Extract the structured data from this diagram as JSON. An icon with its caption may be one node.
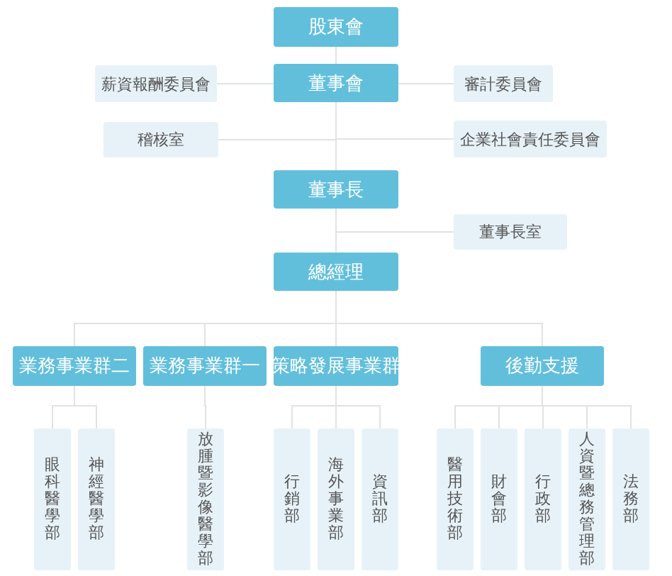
{
  "diagram": {
    "nodes": [
      {
        "text": [
          "股東會"
        ]
      },
      {
        "text": [
          "董事會"
        ]
      },
      {
        "text": [
          "薪資報酬委員會"
        ]
      },
      {
        "text": [
          "審計委員會"
        ]
      },
      {
        "text": [
          "稽核室"
        ]
      },
      {
        "text": [
          "企業社會責任委員會"
        ]
      },
      {
        "text": [
          "董事長"
        ]
      },
      {
        "text": [
          "董事長室"
        ]
      },
      {
        "text": [
          "總經理"
        ]
      },
      {
        "text": [
          "業務事業群二"
        ]
      },
      {
        "text": [
          "業務事業群一"
        ]
      },
      {
        "text": [
          "策略發展事業群"
        ]
      },
      {
        "text": [
          "後勤支援"
        ]
      },
      {
        "text": [
          "眼科醫學部"
        ]
      },
      {
        "text": [
          "神經醫學部"
        ]
      },
      {
        "text": [
          "放腫暨影像醫學部"
        ]
      },
      {
        "text": [
          "行銷部"
        ]
      },
      {
        "text": [
          "海外事業部"
        ]
      },
      {
        "text": [
          "資訊部"
        ]
      },
      {
        "text": [
          "醫用技術部"
        ]
      },
      {
        "text": [
          "財會部"
        ]
      },
      {
        "text": [
          "行政部"
        ]
      },
      {
        "text": [
          "人資暨總務管理部"
        ]
      },
      {
        "text": [
          "法務部"
        ]
      }
    ],
    "edges": [
      {
        "from": 0,
        "to": 1,
        "arrow": "none"
      },
      {
        "from": 1,
        "to": 2,
        "arrow": "none"
      },
      {
        "from": 1,
        "to": 3,
        "arrow": "none"
      },
      {
        "from": 1,
        "to": 4,
        "arrow": "none"
      },
      {
        "from": 1,
        "to": 5,
        "arrow": "none"
      },
      {
        "from": 1,
        "to": 6,
        "arrow": "none"
      },
      {
        "from": 6,
        "to": 7,
        "arrow": "none"
      },
      {
        "from": 6,
        "to": 8,
        "arrow": "none"
      },
      {
        "from": 8,
        "to": 9,
        "arrow": "none"
      },
      {
        "from": 8,
        "to": 10,
        "arrow": "none"
      },
      {
        "from": 8,
        "to": 11,
        "arrow": "none"
      },
      {
        "from": 8,
        "to": 12,
        "arrow": "none"
      },
      {
        "from": 9,
        "to": 13,
        "arrow": "none"
      },
      {
        "from": 9,
        "to": 14,
        "arrow": "none"
      },
      {
        "from": 10,
        "to": 15,
        "arrow": "none"
      },
      {
        "from": 11,
        "to": 16,
        "arrow": "none"
      },
      {
        "from": 11,
        "to": 17,
        "arrow": "none"
      },
      {
        "from": 11,
        "to": 18,
        "arrow": "none"
      },
      {
        "from": 12,
        "to": 19,
        "arrow": "none"
      },
      {
        "from": 12,
        "to": 20,
        "arrow": "none"
      },
      {
        "from": 12,
        "to": 21,
        "arrow": "none"
      },
      {
        "from": 12,
        "to": 22,
        "arrow": "none"
      },
      {
        "from": 12,
        "to": 23,
        "arrow": "none"
      }
    ]
  }
}
